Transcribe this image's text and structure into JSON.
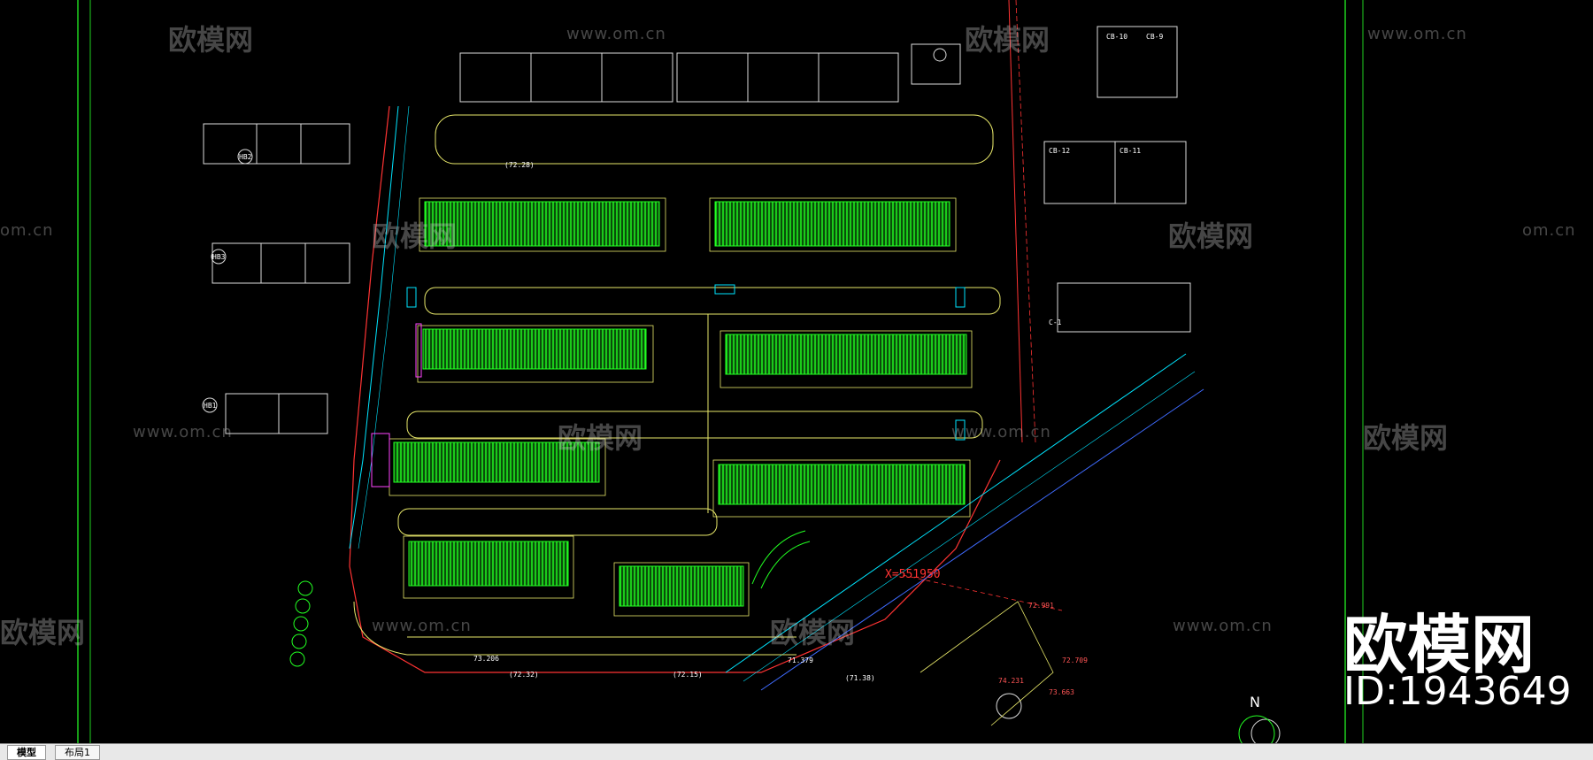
{
  "tabs": [
    {
      "label": "模型",
      "active": true
    },
    {
      "label": "布局1",
      "active": false
    }
  ],
  "watermark": {
    "brand": "欧模网",
    "site": "www.om.cn",
    "site_short": "om.cn"
  },
  "overlay": {
    "brand": "欧模网",
    "id_text": "ID:1943649"
  },
  "drawing": {
    "north_label": "N",
    "red_coordinate": "X=551950",
    "block_labels": [
      "CB-10",
      "CB-9",
      "CB-12",
      "CB-11",
      "C-1"
    ],
    "elevations": [
      "(72.28)",
      "(72.32)",
      "(72.15)",
      "(71.38)",
      "73.206",
      "71.379",
      "72.991",
      "72.709",
      "74.231",
      "73.663"
    ],
    "unit_labels": [
      "HB2",
      "HB3",
      "HB1"
    ]
  },
  "colors": {
    "background": "#000000",
    "building_fill": "#22ff22",
    "road": "#ffff66",
    "boundary": "#ff3333",
    "survey": "#00e5ff",
    "annotation": "#ffffff"
  }
}
